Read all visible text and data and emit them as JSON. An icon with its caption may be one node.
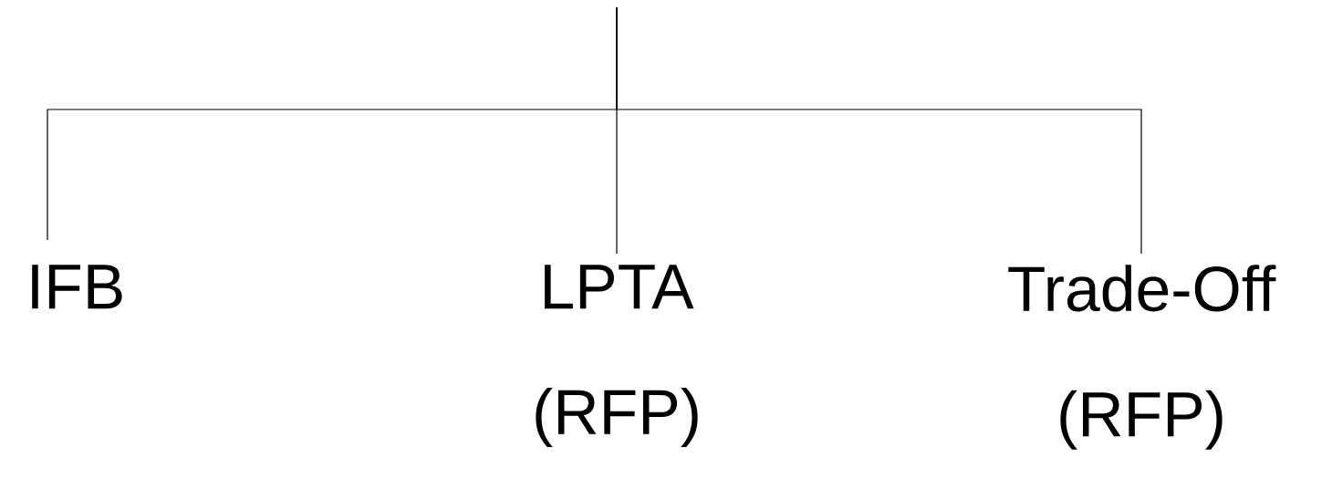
{
  "diagram": {
    "nodes": [
      {
        "text": [
          "IFB"
        ]
      },
      {
        "text": [
          "LPTA (RFP)"
        ]
      },
      {
        "text": [
          "Trade-Off (RFP)"
        ]
      }
    ],
    "edges": [
      {
        "from": null,
        "to": 0,
        "arrow": "none"
      },
      {
        "from": null,
        "to": 1,
        "arrow": "none"
      },
      {
        "from": null,
        "to": 2,
        "arrow": "none"
      }
    ]
  }
}
